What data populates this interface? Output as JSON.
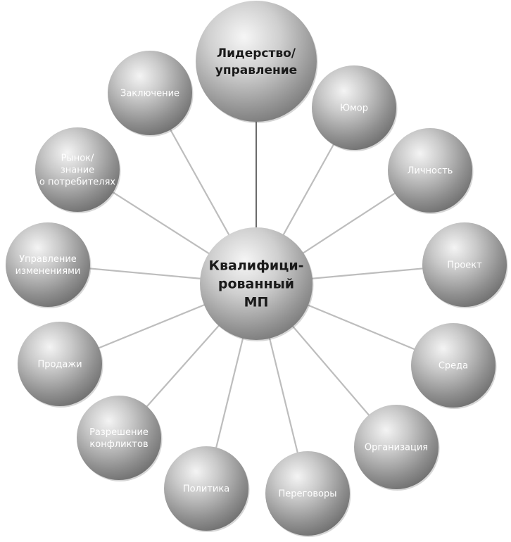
{
  "diagram": {
    "center": {
      "id": "center",
      "label_lines": [
        "Квалифици-",
        "рованный",
        "МП"
      ]
    },
    "nodes": [
      {
        "id": "leadership",
        "label_lines": [
          "Лидерство/",
          "управление"
        ]
      },
      {
        "id": "humor",
        "label_lines": [
          "Юмор"
        ]
      },
      {
        "id": "personality",
        "label_lines": [
          "Личность"
        ]
      },
      {
        "id": "project",
        "label_lines": [
          "Проект"
        ]
      },
      {
        "id": "environment",
        "label_lines": [
          "Среда"
        ]
      },
      {
        "id": "organization",
        "label_lines": [
          "Организация"
        ]
      },
      {
        "id": "negotiations",
        "label_lines": [
          "Переговоры"
        ]
      },
      {
        "id": "politics",
        "label_lines": [
          "Политика"
        ]
      },
      {
        "id": "conflict-resolution",
        "label_lines": [
          "Разрешение",
          "конфликтов"
        ]
      },
      {
        "id": "sales",
        "label_lines": [
          "Продажи"
        ]
      },
      {
        "id": "change-management",
        "label_lines": [
          "Управление",
          "изменениями"
        ]
      },
      {
        "id": "market-knowledge",
        "label_lines": [
          "Рынок/",
          "знание",
          "о потребителях"
        ]
      },
      {
        "id": "conclusion",
        "label_lines": [
          "Заключение"
        ]
      }
    ]
  }
}
